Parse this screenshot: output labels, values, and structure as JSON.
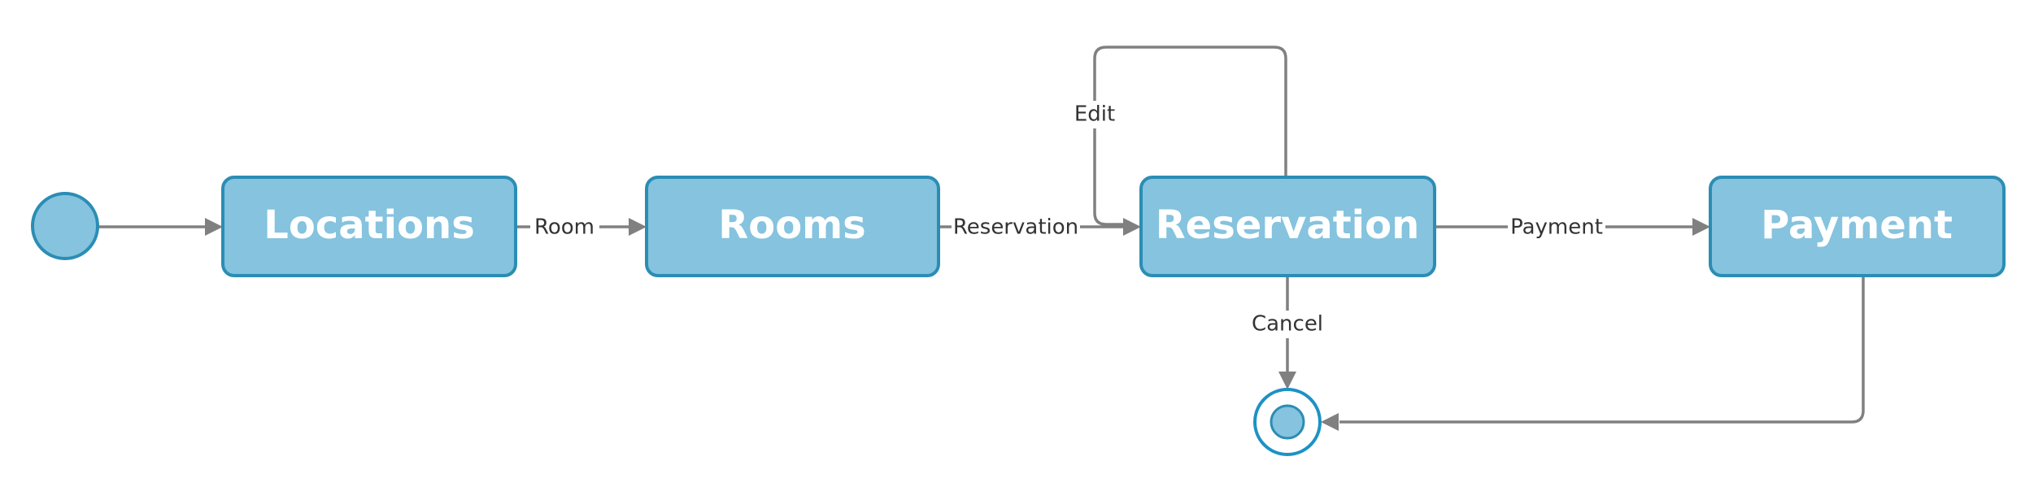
{
  "diagram": {
    "type": "state-machine",
    "colors": {
      "state_fill": "#85c3de",
      "state_stroke": "#2b8db4",
      "state_text": "#ffffff",
      "edge": "#808080",
      "edge_label_text": "#333333",
      "final_ring": "#1d92c4"
    },
    "states": {
      "locations": "Locations",
      "rooms": "Rooms",
      "reservation": "Reservation",
      "payment": "Payment"
    },
    "transitions": {
      "room": "Room",
      "reservation": "Reservation",
      "edit": "Edit",
      "payment": "Payment",
      "cancel": "Cancel"
    }
  }
}
